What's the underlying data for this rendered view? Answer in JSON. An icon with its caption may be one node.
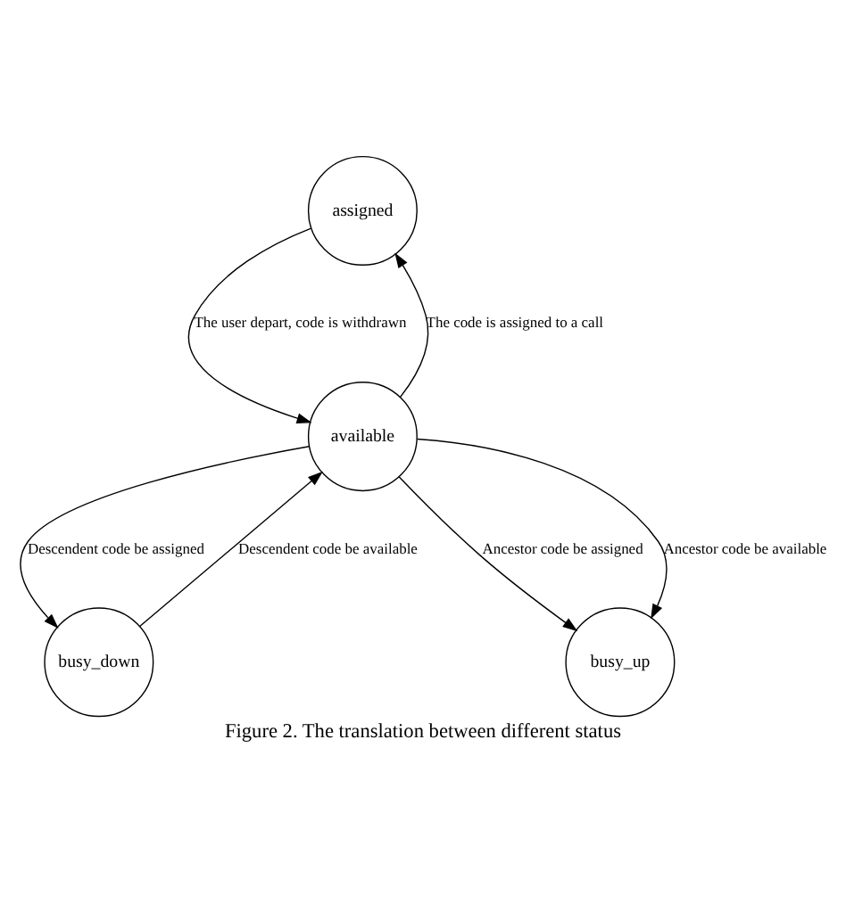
{
  "diagram": {
    "caption": "Figure 2. The translation between different status",
    "nodes": [
      {
        "text": [
          "assigned"
        ]
      },
      {
        "text": [
          "available"
        ]
      },
      {
        "text": [
          "busy_down"
        ]
      },
      {
        "text": [
          "busy_up"
        ]
      }
    ],
    "edges": [
      {
        "from": 1,
        "to": 0,
        "arrow": "to",
        "label": "The code is assigned to a call"
      },
      {
        "from": 0,
        "to": 1,
        "arrow": "to",
        "label": "The user depart, code is withdrawn"
      },
      {
        "from": 2,
        "to": 1,
        "arrow": "to",
        "label": "Descendent code be available"
      },
      {
        "from": 1,
        "to": 2,
        "arrow": "to",
        "label": "Descendent code be assigned"
      },
      {
        "from": 1,
        "to": 3,
        "arrow": "to",
        "label": "Ancestor code be assigned"
      },
      {
        "from": 1,
        "to": 3,
        "arrow": "to",
        "label": "Ancestor code be available"
      }
    ]
  }
}
